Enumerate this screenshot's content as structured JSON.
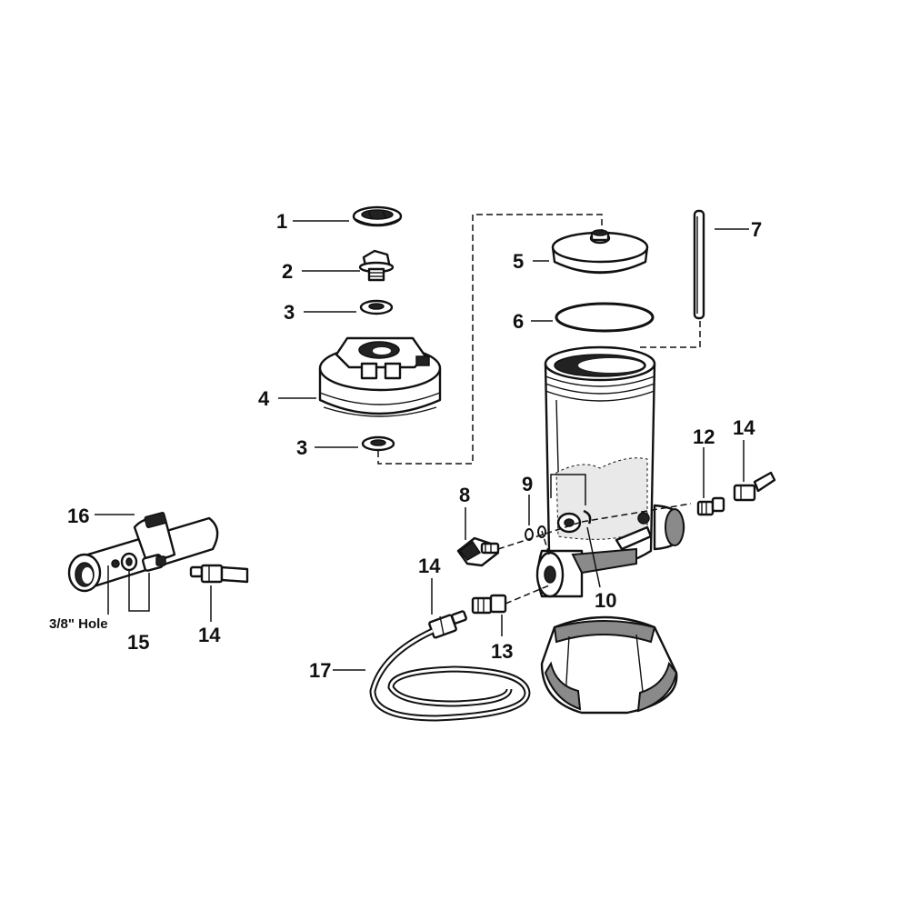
{
  "diagram": {
    "callouts": [
      {
        "id": "c1",
        "text": "1"
      },
      {
        "id": "c2",
        "text": "2"
      },
      {
        "id": "c3a",
        "text": "3"
      },
      {
        "id": "c4",
        "text": "4"
      },
      {
        "id": "c3b",
        "text": "3"
      },
      {
        "id": "c5",
        "text": "5"
      },
      {
        "id": "c6",
        "text": "6"
      },
      {
        "id": "c7",
        "text": "7"
      },
      {
        "id": "c8",
        "text": "8"
      },
      {
        "id": "c9",
        "text": "9"
      },
      {
        "id": "c10",
        "text": "10"
      },
      {
        "id": "c12",
        "text": "12"
      },
      {
        "id": "c14a",
        "text": "14"
      },
      {
        "id": "c13",
        "text": "13"
      },
      {
        "id": "c14b",
        "text": "14"
      },
      {
        "id": "c16",
        "text": "16"
      },
      {
        "id": "c15",
        "text": "15"
      },
      {
        "id": "c14c",
        "text": "14"
      },
      {
        "id": "c17",
        "text": "17"
      }
    ],
    "notes": {
      "hole": "3/8\" Hole"
    }
  }
}
